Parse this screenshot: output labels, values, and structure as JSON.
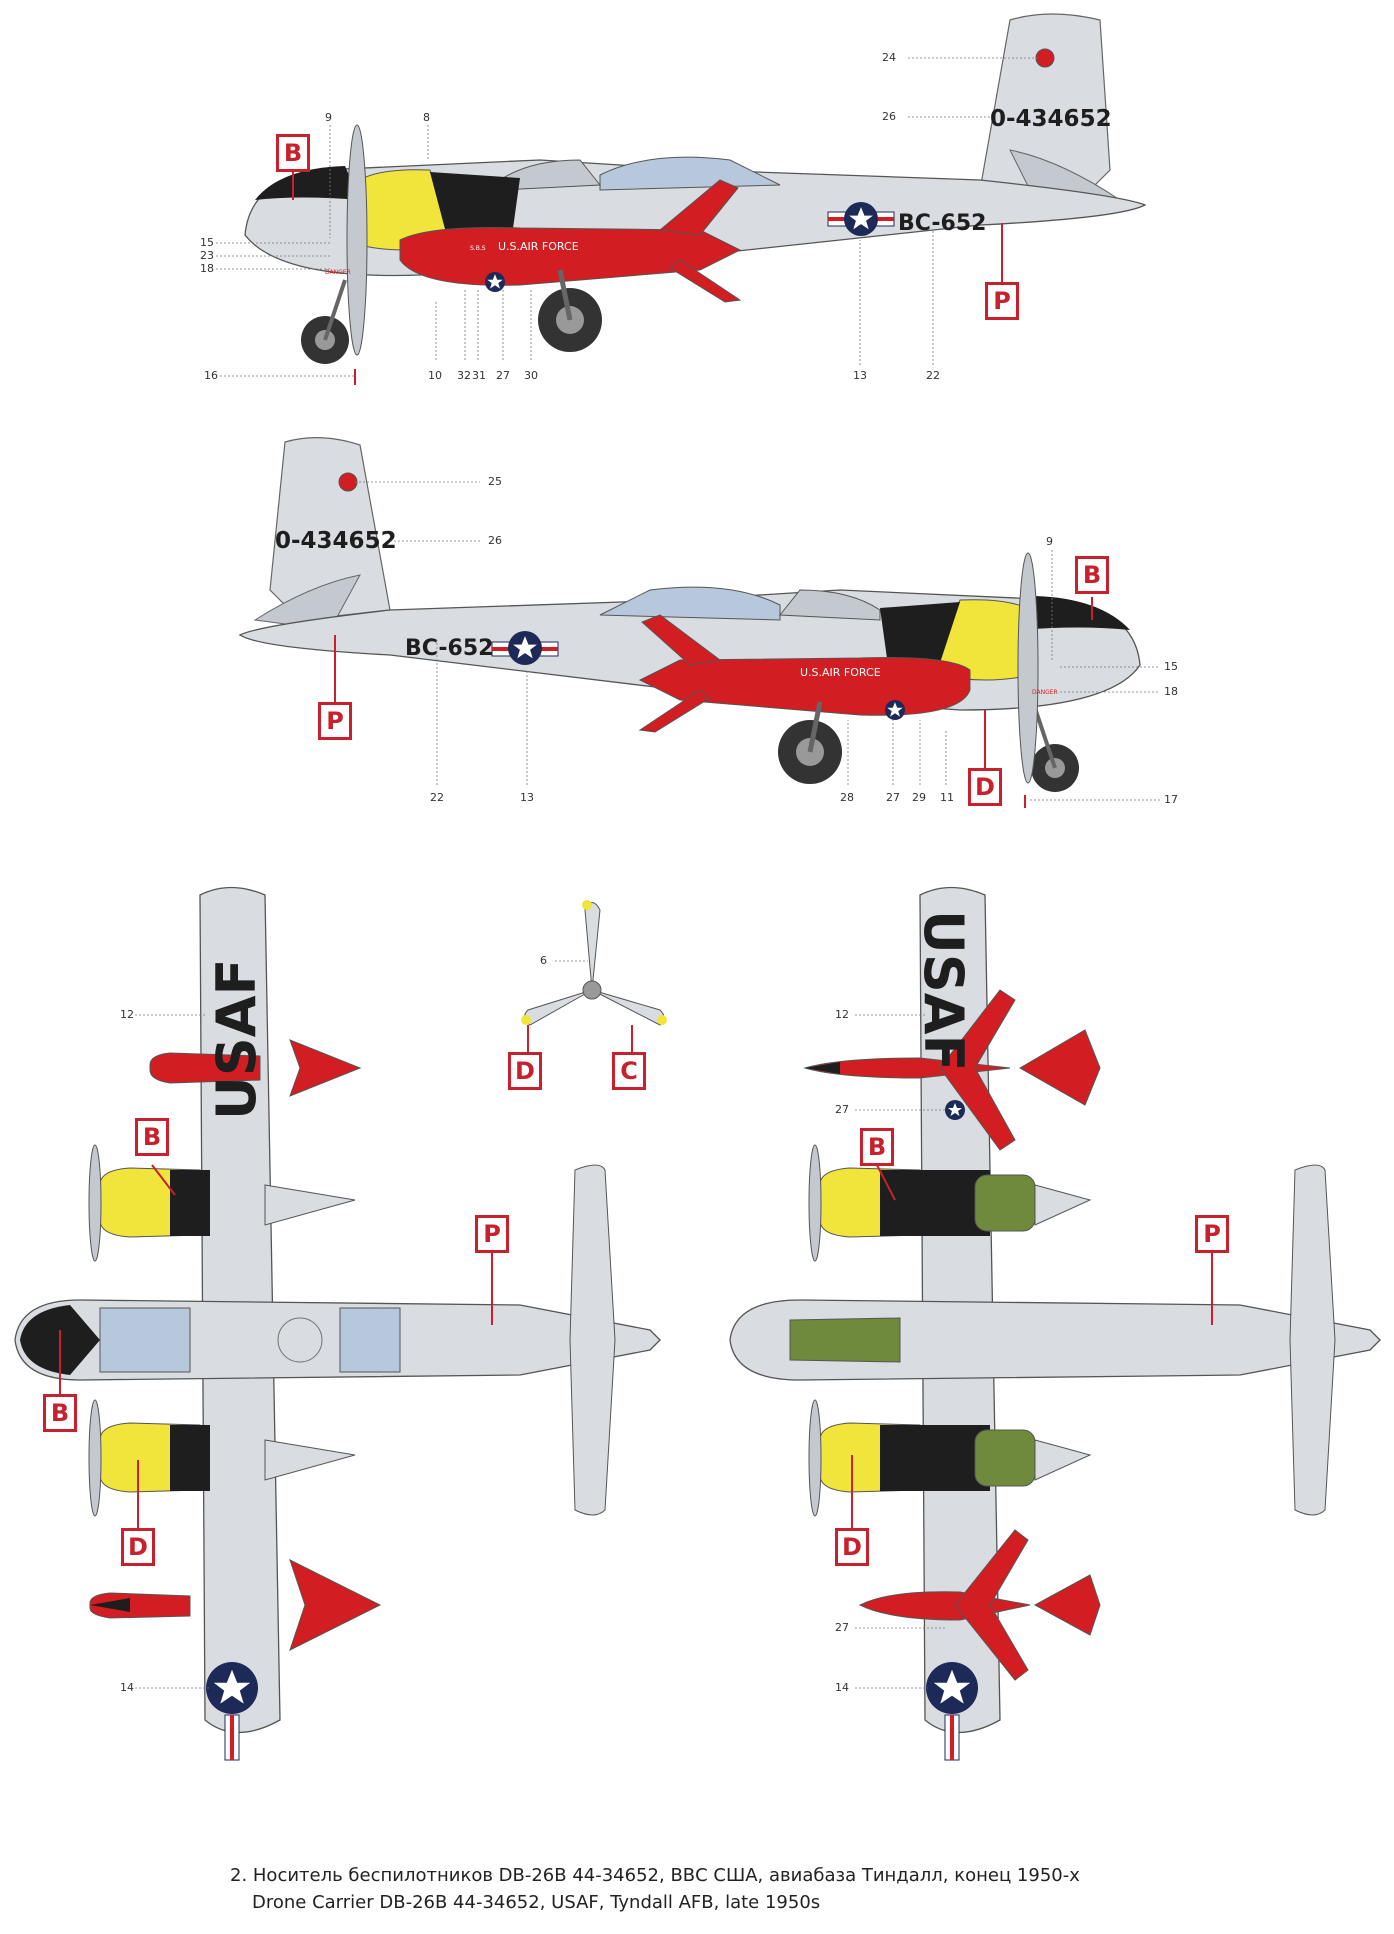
{
  "serials": {
    "tail": "0-434652",
    "buzz": "BC-652"
  },
  "markings": {
    "usaf": "USAF",
    "us_air_force": "U.S.AIR FORCE",
    "drone_small": "S.B.S",
    "danger": "DANGER"
  },
  "letters": {
    "B": "B",
    "C": "C",
    "D": "D",
    "P": "P"
  },
  "callouts": {
    "c6": "6",
    "c8": "8",
    "c9": "9",
    "c10": "10",
    "c11": "11",
    "c12": "12",
    "c13": "13",
    "c14": "14",
    "c15": "15",
    "c16": "16",
    "c17": "17",
    "c18": "18",
    "c22": "22",
    "c23": "23",
    "c24": "24",
    "c25": "25",
    "c26": "26",
    "c27": "27",
    "c28": "28",
    "c29": "29",
    "c30": "30",
    "c31": "31",
    "c32": "32"
  },
  "caption": {
    "line1": "2. Носитель беспилотников DB-26B  44-34652, ВВС США, авиабаза Тиндалл, конец 1950-х",
    "line2": "Drone Carrier DB-26B  44-34652, USAF, Tyndall AFB, late 1950s"
  },
  "colors": {
    "silver": "#d9dde2",
    "silver_dark": "#b5bac1",
    "red": "#d21e22",
    "yellow": "#f1e43a",
    "black": "#1e1e1e",
    "glass": "#b7c8dc",
    "olive": "#6f8a3c",
    "roundel_blue": "#1d2a57",
    "marker_red": "#c8202c"
  }
}
